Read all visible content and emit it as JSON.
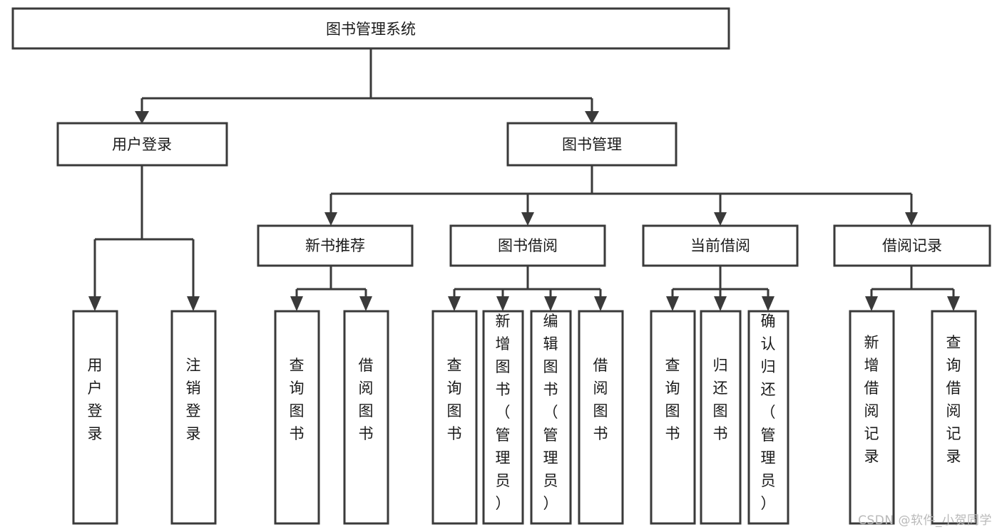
{
  "diagram": {
    "type": "tree-hierarchy",
    "title": "图书管理系统",
    "orientation": "top-down",
    "colors": {
      "box_stroke": "#3a3a3a",
      "box_fill": "#ffffff",
      "connector": "#3a3a3a",
      "text": "#1a1a1a",
      "background": "#ffffff",
      "watermark": "#b9b9b9"
    },
    "levels": [
      {
        "level": 1,
        "nodes": [
          {
            "id": "root",
            "label": "图书管理系统",
            "text_orientation": "horizontal"
          }
        ]
      },
      {
        "level": 2,
        "nodes": [
          {
            "id": "login",
            "label": "用户登录",
            "parent": "root",
            "text_orientation": "horizontal"
          },
          {
            "id": "bookmgmt",
            "label": "图书管理",
            "parent": "root",
            "text_orientation": "horizontal"
          }
        ]
      },
      {
        "level": 3,
        "nodes": [
          {
            "id": "newbook",
            "label": "新书推荐",
            "parent": "bookmgmt",
            "text_orientation": "horizontal"
          },
          {
            "id": "borrow",
            "label": "图书借阅",
            "parent": "bookmgmt",
            "text_orientation": "horizontal"
          },
          {
            "id": "current",
            "label": "当前借阅",
            "parent": "bookmgmt",
            "text_orientation": "horizontal"
          },
          {
            "id": "record",
            "label": "借阅记录",
            "parent": "bookmgmt",
            "text_orientation": "horizontal"
          }
        ]
      },
      {
        "level": 4,
        "nodes": [
          {
            "id": "leaf-1",
            "label": "用户登录",
            "parent": "login",
            "text_orientation": "vertical"
          },
          {
            "id": "leaf-2",
            "label": "注销登录",
            "parent": "login",
            "text_orientation": "vertical"
          },
          {
            "id": "leaf-3",
            "label": "查询图书",
            "parent": "newbook",
            "text_orientation": "vertical"
          },
          {
            "id": "leaf-4",
            "label": "借阅图书",
            "parent": "newbook",
            "text_orientation": "vertical"
          },
          {
            "id": "leaf-5",
            "label": "查询图书",
            "parent": "borrow",
            "text_orientation": "vertical"
          },
          {
            "id": "leaf-6",
            "label": "新增图书（管理员）",
            "parent": "borrow",
            "text_orientation": "vertical"
          },
          {
            "id": "leaf-7",
            "label": "编辑图书（管理员）",
            "parent": "borrow",
            "text_orientation": "vertical"
          },
          {
            "id": "leaf-8",
            "label": "借阅图书",
            "parent": "borrow",
            "text_orientation": "vertical"
          },
          {
            "id": "leaf-9",
            "label": "查询图书",
            "parent": "current",
            "text_orientation": "vertical"
          },
          {
            "id": "leaf-10",
            "label": "归还图书",
            "parent": "current",
            "text_orientation": "vertical"
          },
          {
            "id": "leaf-11",
            "label": "确认归还（管理员）",
            "parent": "current",
            "text_orientation": "vertical"
          },
          {
            "id": "leaf-12",
            "label": "新增借阅记录",
            "parent": "record",
            "text_orientation": "vertical"
          },
          {
            "id": "leaf-13",
            "label": "查询借阅记录",
            "parent": "record",
            "text_orientation": "vertical"
          }
        ]
      }
    ]
  },
  "watermark": {
    "text": "CSDN @软件_小贺同学"
  }
}
